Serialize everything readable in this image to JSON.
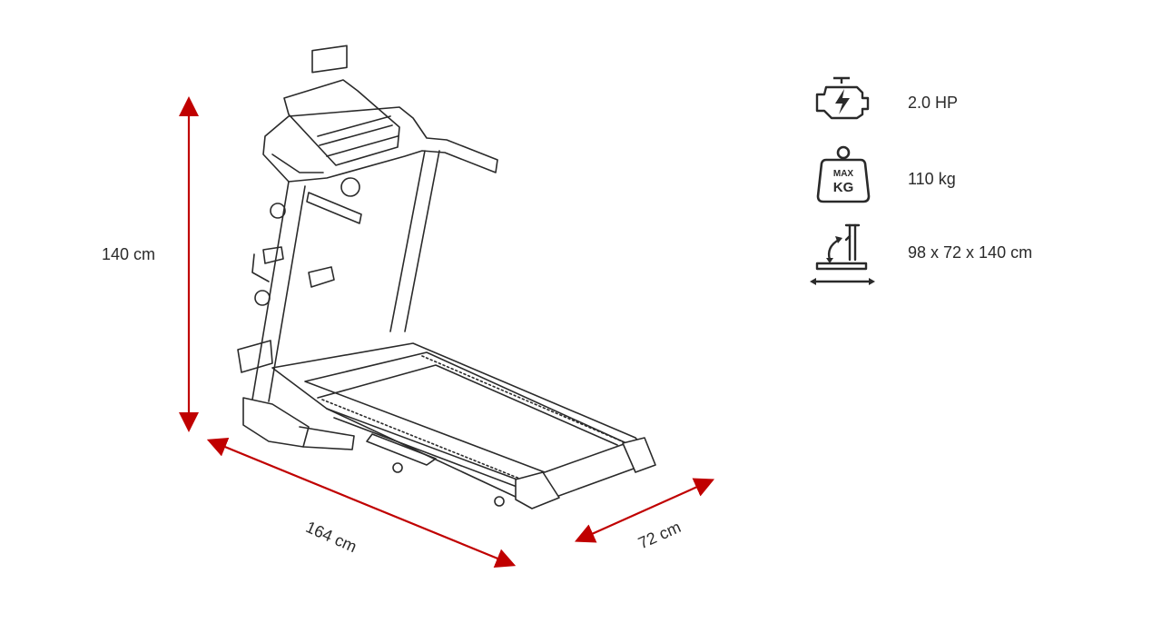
{
  "dimensions": {
    "height_label": "140 cm",
    "length_label": "164 cm",
    "width_label": "72 cm"
  },
  "specs": [
    {
      "icon": "engine-icon",
      "label": "2.0 HP"
    },
    {
      "icon": "weight-max-icon",
      "label": "110 kg",
      "icon_text_top": "MAX",
      "icon_text_bottom": "KG"
    },
    {
      "icon": "folded-treadmill-icon",
      "label": "98 x 72 x 140 cm"
    }
  ],
  "colors": {
    "arrow": "#c00000",
    "line": "#2a2a2a"
  }
}
